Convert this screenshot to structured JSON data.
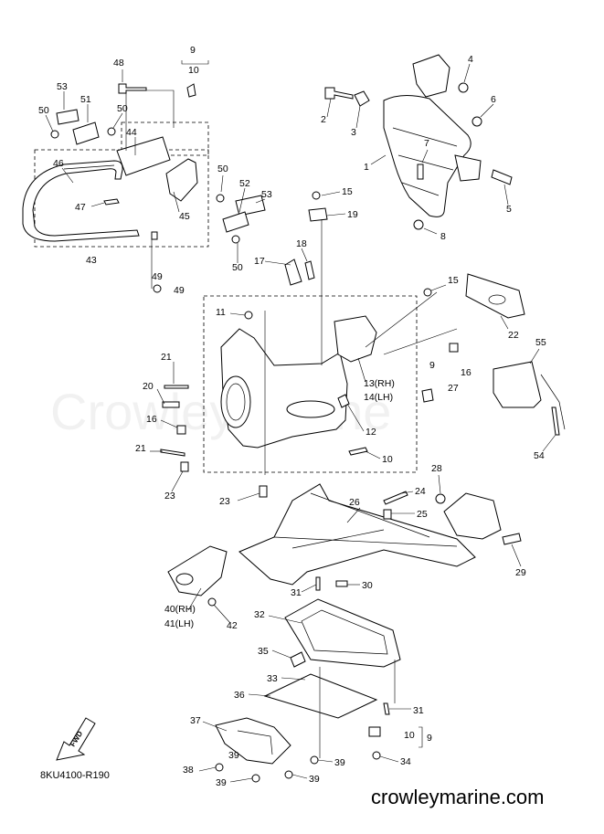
{
  "diagram_code": "8KU4100-R190",
  "watermark": "CrowleyMarine",
  "site_url": "crowleymarine.com",
  "fwd_label": "FWD",
  "callouts": {
    "c1": "1",
    "c2": "2",
    "c3": "3",
    "c4": "4",
    "c5": "5",
    "c6": "6",
    "c7": "7",
    "c8": "8",
    "c9a": "9",
    "c9b": "9",
    "c9c": "9",
    "c10a": "10",
    "c10b": "10",
    "c10c": "10",
    "c11": "11",
    "c12": "12",
    "c13": "13(RH)",
    "c14": "14(LH)",
    "c15a": "15",
    "c15b": "15",
    "c16a": "16",
    "c16b": "16",
    "c17": "17",
    "c18": "18",
    "c19": "19",
    "c20": "20",
    "c21a": "21",
    "c21b": "21",
    "c22": "22",
    "c23a": "23",
    "c23b": "23",
    "c24": "24",
    "c25": "25",
    "c26": "26",
    "c27": "27",
    "c28": "28",
    "c29": "29",
    "c30": "30",
    "c31a": "31",
    "c31b": "31",
    "c32": "32",
    "c33": "33",
    "c34": "34",
    "c35": "35",
    "c36": "36",
    "c37": "37",
    "c38": "38",
    "c39a": "39",
    "c39b": "39",
    "c39c": "39",
    "c39d": "39",
    "c40": "40(RH)",
    "c41": "41(LH)",
    "c42": "42",
    "c43": "43",
    "c44": "44",
    "c45": "45",
    "c46": "46",
    "c47": "47",
    "c48": "48",
    "c49a": "49",
    "c49b": "49",
    "c50a": "50",
    "c50b": "50",
    "c50c": "50",
    "c50d": "50",
    "c51": "51",
    "c52": "52",
    "c53a": "53",
    "c53b": "53",
    "c54": "54",
    "c55": "55"
  }
}
